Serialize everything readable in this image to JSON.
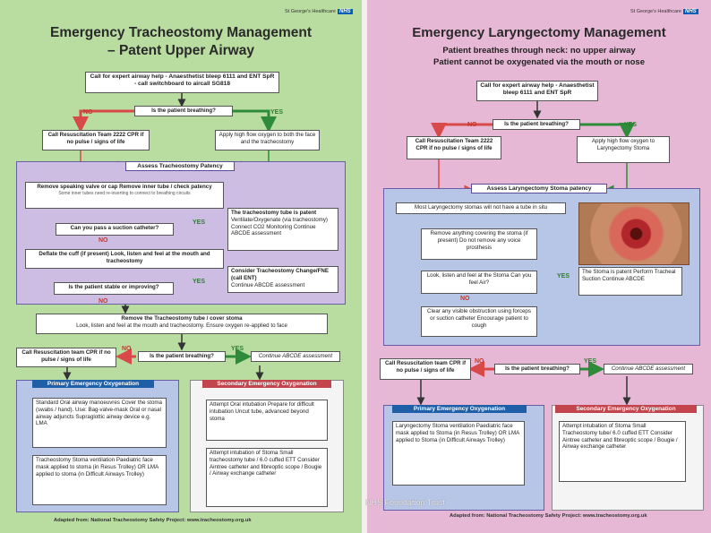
{
  "watermark": "NHS Foundation Trust",
  "left": {
    "nhs_trust": "St George's Healthcare",
    "nhs_logo": "NHS",
    "title_line1": "Emergency Tracheostomy Management",
    "title_line2": "– Patent Upper Airway",
    "call_help": "Call for expert airway help - Anaesthetist bleep 6111 and ENT SpR - call switchboard to aircall SG818",
    "breathing_q": "Is the patient breathing?",
    "no": "NO",
    "yes": "YES",
    "resus": "Call Resuscitation Team 2222 CPR if no pulse / signs of life",
    "apply_oxygen": "Apply high flow oxygen to both the face and the tracheostomy",
    "assess_patency": "Assess Tracheostomy Patency",
    "remove_valve": "Remove speaking valve or cap Remove inner tube / check patency",
    "remove_valve_note": "Some inner tubes need re-inserting to connect to breathing circuits",
    "suction_q": "Can you pass a suction catheter?",
    "patent_title": "The tracheostomy tube is patent",
    "patent_body": "Ventilate/Oxygenate (via tracheostomy) Connect CO2 Monitoring Continue ABCDE assessment",
    "deflate_cuff": "Deflate the cuff (if present) Look, listen and feel at the mouth and tracheostomy",
    "consider_change_title": "Consider Tracheostomy Change/FNE (call ENT)",
    "consider_change_body": "Continue ABCDE assessment",
    "stable_q": "Is the patient stable or improving?",
    "remove_tube": "Remove the Tracheostomy tube / cover stoma",
    "remove_tube_body": "Look, listen and feel at the mouth and tracheostomy. Ensure oxygen re-applied to face",
    "resus2": "Call Resuscitation team CPR if no pulse / signs of life",
    "breathing_q2": "Is the patient breathing?",
    "continue_abcde": "Continue ABCDE assessment",
    "primary_hdr": "Primary Emergency Oxygenation",
    "secondary_hdr": "Secondary Emergency Oxygenation",
    "primary_box1": "Standard Oral airway manoeuvres Cover the stoma (swabs / hand). Use: Bag-valve-mask Oral or nasal airway adjuncts Supraglottic airway device e.g. LMA",
    "primary_box2": "Tracheostomy Stoma ventilation Paediatric face mask applied to stoma (in Resus Trolley) OR LMA applied to stoma (in Difficult Airways Trolley)",
    "secondary_box1": "Attempt Oral intubation Prepare for difficult intubation Uncut tube, advanced beyond stoma",
    "secondary_box2": "Attempt intubation of Stoma Small tracheostomy tube / 6.0 cuffed ETT Consider Aintree catheter and fibreoptic scope / Bougie / Airway exchange catheter",
    "footer": "Adapted from: National Tracheostomy Safety Project: www.tracheostomy.org.uk"
  },
  "right": {
    "nhs_trust": "St George's Healthcare",
    "nhs_logo": "NHS",
    "title": "Emergency Laryngectomy Management",
    "sub1": "Patient breathes through neck: no upper airway",
    "sub2": "Patient cannot be oxygenated via the mouth or nose",
    "call_help": "Call for expert airway help - Anaesthetist bleep 6111 and ENT SpR",
    "breathing_q": "Is the patient breathing?",
    "no": "NO",
    "yes": "YES",
    "resus": "Call Resuscitation Team 2222 CPR if no pulse / signs of life",
    "apply_oxygen": "Apply high flow oxygen to Laryngectomy Stoma",
    "assess_patency": "Assess Laryngectomy Stoma patency",
    "no_tube": "Most Laryngectomy stomas will not have a tube in situ",
    "remove_cover": "Remove anything covering the stoma (if present) Do not remove any voice prosthesis",
    "look_listen": "Look, listen and feel at the Stoma Can you feel Air?",
    "stoma_patent": "The Stoma is patent Perform Tracheal Suction Continue ABCDE",
    "clear_obstruction": "Clear any visible obstruction using forceps or suction catheter Encourage patient to cough",
    "resus2": "Call Resuscitation team CPR if no pulse / signs of life",
    "breathing_q2": "Is the patient breathing?",
    "continue_abcde": "Continue ABCDE assessment",
    "primary_hdr": "Primary Emergency Oxygenation",
    "secondary_hdr": "Secondary Emergency Oxygenation",
    "primary_box": "Laryngectomy Stoma ventilation Paediatric face mask applied to Stoma (in Resus Trolley) OR LMA applied to Stoma (in Difficult Airways Trolley)",
    "secondary_box": "Attempt intubation of Stoma Small Tracheostomy tube/ 6.0 cuffed ETT Consider Aintree catheter and fibreoptic scope / Bougie / Airway exchange catheter",
    "footer": "Adapted from: National Tracheostomy Safety Project: www.tracheostomy.org.uk"
  }
}
